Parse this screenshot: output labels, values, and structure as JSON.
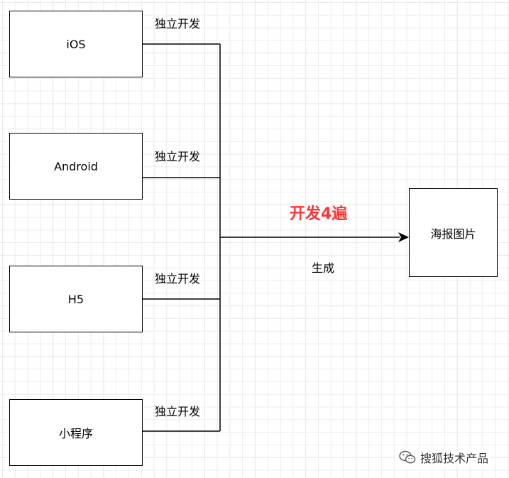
{
  "sources": [
    {
      "label": "iOS",
      "edge_label": "独立开发"
    },
    {
      "label": "Android",
      "edge_label": "独立开发"
    },
    {
      "label": "H5",
      "edge_label": "独立开发"
    },
    {
      "label": "小程序",
      "edge_label": "独立开发"
    }
  ],
  "target": {
    "label": "海报图片"
  },
  "arrow_top_label": "开发4遍",
  "arrow_bottom_label": "生成",
  "watermark": {
    "text": "搜狐技术产品",
    "icon": "wechat-icon"
  },
  "colors": {
    "highlight": "#ff3333",
    "line": "#000000"
  }
}
